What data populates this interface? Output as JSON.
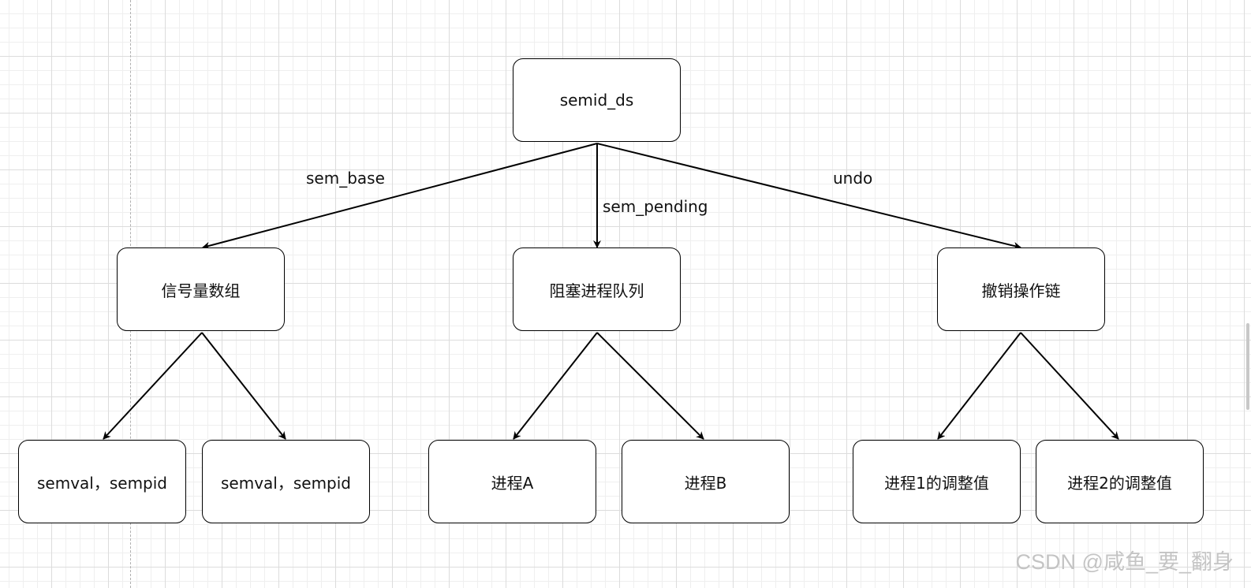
{
  "nodes": {
    "root": "semid_ds",
    "sem_array": "信号量数组",
    "blocked_queue": "阻塞进程队列",
    "undo_chain": "撤销操作链",
    "semval_1": "semval，sempid",
    "semval_2": "semval，sempid",
    "process_a": "进程A",
    "process_b": "进程B",
    "adjust_1": "进程1的调整值",
    "adjust_2": "进程2的调整值"
  },
  "edge_labels": {
    "sem_base": "sem_base",
    "sem_pending": "sem_pending",
    "undo": "undo"
  },
  "watermark": "CSDN @咸鱼_要_翻身"
}
